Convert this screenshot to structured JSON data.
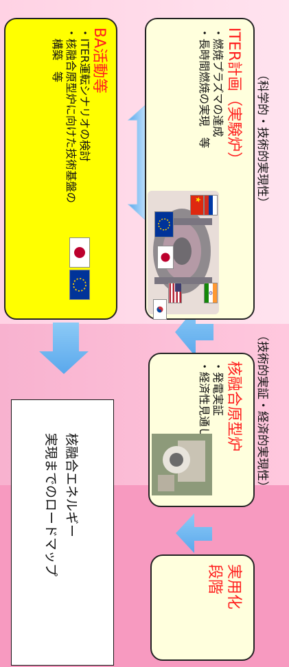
{
  "phases": {
    "science_label": "（科学的・技術的実現性）",
    "tech_label": "（技術的実証・経済的実現性）"
  },
  "iter": {
    "title": "ITER計画（実験炉）",
    "bullets": [
      "・燃焼プラズマの達成",
      "・長時間燃焼の実現　等"
    ]
  },
  "ba": {
    "title": "BA活動等",
    "bullets": [
      "・ITER運転シナリオの検討",
      "・核融合原型炉に向けた技術基盤の",
      "　構築　等"
    ]
  },
  "demo": {
    "title": "核融合原型炉",
    "bullets": [
      "・発電実証",
      "・経済性見通し"
    ]
  },
  "practical": {
    "title_lines": [
      "実用化",
      "段階"
    ]
  },
  "note": {
    "lines": [
      "核融合エネルギー",
      "実現までのロードマップ"
    ]
  },
  "colors": {
    "title_red": "#ff1e1e",
    "ba_fill": "#ffff00",
    "box_fill": "#ffffdd",
    "arrow_blue": "#6ab4f0"
  }
}
